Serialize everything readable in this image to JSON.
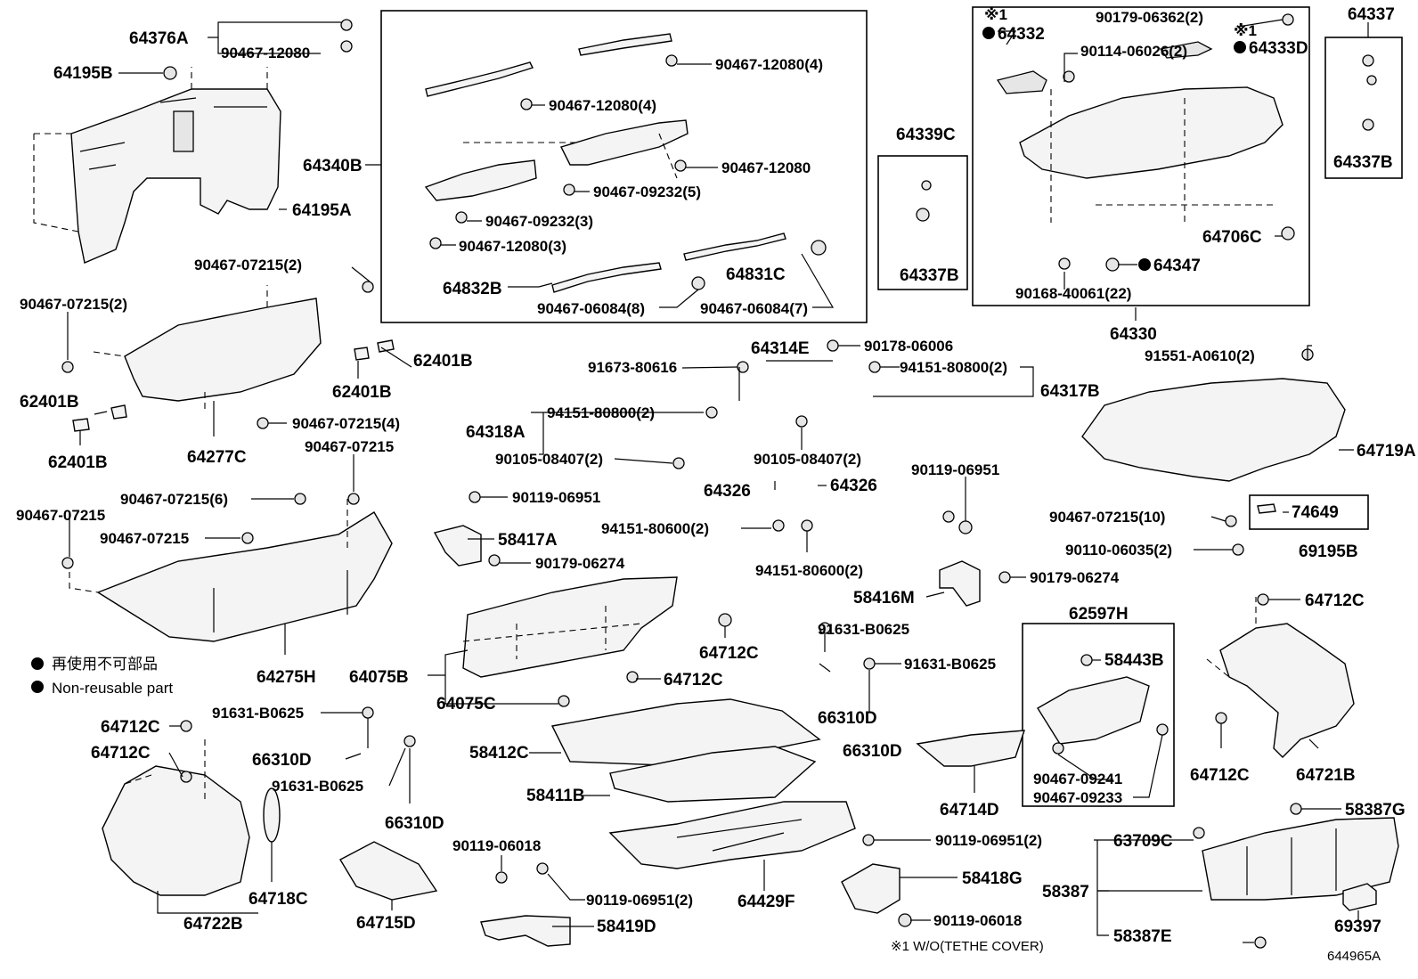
{
  "diagram_code": "644965A",
  "legend": {
    "japanese": "再使用不可部品",
    "english": "Non-reusable part",
    "footnote": "※1 W/O(TETHE COVER)"
  },
  "labels": {
    "p64376A": "64376A",
    "p90467_12080_a": "90467-12080",
    "p64195B": "64195B",
    "p64340B": "64340B",
    "p64195A": "64195A",
    "p90467_12080_4a": "90467-12080(4)",
    "p90467_12080_4b": "90467-12080(4)",
    "p90467_12080_b": "90467-12080",
    "p90467_09232_5": "90467-09232(5)",
    "p90467_09232_3": "90467-09232(3)",
    "p90467_12080_3": "90467-12080(3)",
    "p64832B": "64832B",
    "p64831C": "64831C",
    "p90467_06084_8": "90467-06084(8)",
    "p90467_06084_7": "90467-06084(7)",
    "p64339C": "64339C",
    "p64337B_a": "64337B",
    "mark1_a": "※1",
    "p64332": "64332",
    "p90179_06362_2": "90179-06362(2)",
    "mark1_b": "※1",
    "p64333D": "64333D",
    "p90114_06026_2": "90114-06026(2)",
    "p64706C": "64706C",
    "p64347": "64347",
    "p90168_40061_22": "90168-40061(22)",
    "p64330": "64330",
    "p64337": "64337",
    "p64337B_b": "64337B",
    "p90467_07215_2a": "90467-07215(2)",
    "p90467_07215_2b": "90467-07215(2)",
    "p62401B_a": "62401B",
    "p62401B_b": "62401B",
    "p62401B_c": "62401B",
    "p62401B_d": "62401B",
    "p64277C": "64277C",
    "p90467_07215_4": "90467-07215(4)",
    "p90467_07215_a": "90467-07215",
    "p90467_07215_6": "90467-07215(6)",
    "p90467_07215_b": "90467-07215",
    "p90467_07215_c": "90467-07215",
    "p64275H": "64275H",
    "p90119_06951_a": "90119-06951",
    "p58417A": "58417A",
    "p90179_06274_a": "90179-06274",
    "p64314E": "64314E",
    "p90178_06006": "90178-06006",
    "p91673_80616": "91673-80616",
    "p94151_80800_2a": "94151-80800(2)",
    "p64317B": "64317B",
    "p64318A": "64318A",
    "p94151_80800_2b": "94151-80800(2)",
    "p90105_08407_2a": "90105-08407(2)",
    "p90105_08407_2b": "90105-08407(2)",
    "p64326_a": "64326",
    "p64326_b": "64326",
    "p94151_80600_2a": "94151-80600(2)",
    "p94151_80600_2b": "94151-80600(2)",
    "p91551_A0610_2": "91551-A0610(2)",
    "p64719A": "64719A",
    "p90119_06951_b": "90119-06951",
    "p90467_07215_10": "90467-07215(10)",
    "p74649": "74649",
    "p90110_06035_2": "90110-06035(2)",
    "p69195B": "69195B",
    "p90179_06274_b": "90179-06274",
    "p58416M": "58416M",
    "p64712C_a": "64712C",
    "p64712C_b": "64712C",
    "p64712C_c": "64712C",
    "p64712C_d": "64712C",
    "p64712C_e": "64712C",
    "p64712C_f": "64712C",
    "p64075B": "64075B",
    "p64075C": "64075C",
    "p91631_B0625_a": "91631-B0625",
    "p91631_B0625_b": "91631-B0625",
    "p91631_B0625_c": "91631-B0625",
    "p91631_B0625_d": "91631-B0625",
    "p66310D_a": "66310D",
    "p66310D_b": "66310D",
    "p66310D_c": "66310D",
    "p66310D_d": "66310D",
    "p58412C": "58412C",
    "p58411B": "58411B",
    "p62597H": "62597H",
    "p58443B": "58443B",
    "p90467_09241": "90467-09241",
    "p90467_09233": "90467-09233",
    "p64714D": "64714D",
    "p64721B": "64721B",
    "p64718C": "64718C",
    "p64722B": "64722B",
    "p64715D": "64715D",
    "p90119_06018_a": "90119-06018",
    "p90119_06951_2a": "90119-06951(2)",
    "p58419D": "58419D",
    "p64429F": "64429F",
    "p90119_06951_2b": "90119-06951(2)",
    "p58418G": "58418G",
    "p90119_06018_b": "90119-06018",
    "p58387G": "58387G",
    "p63709C": "63709C",
    "p58387": "58387",
    "p58387E": "58387E",
    "p69397": "69397"
  }
}
